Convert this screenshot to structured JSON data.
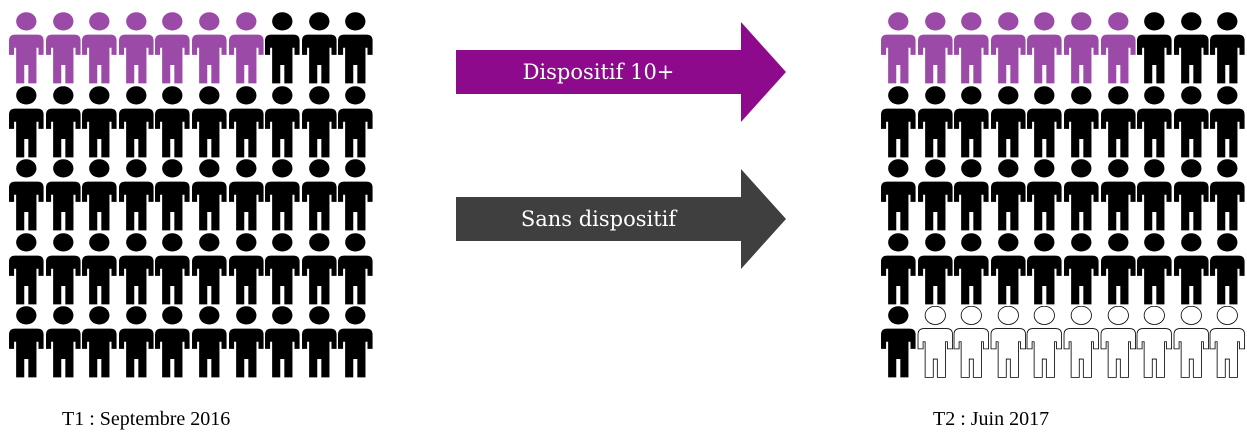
{
  "grids": [
    {
      "id": "t1",
      "caption": "T1 : Septembre 2016",
      "rows": [
        [
          "purple",
          "purple",
          "purple",
          "purple",
          "purple",
          "purple",
          "purple",
          "black",
          "black",
          "black"
        ],
        [
          "black",
          "black",
          "black",
          "black",
          "black",
          "black",
          "black",
          "black",
          "black",
          "black"
        ],
        [
          "black",
          "black",
          "black",
          "black",
          "black",
          "black",
          "black",
          "black",
          "black",
          "black"
        ],
        [
          "black",
          "black",
          "black",
          "black",
          "black",
          "black",
          "black",
          "black",
          "black",
          "black"
        ],
        [
          "black",
          "black",
          "black",
          "black",
          "black",
          "black",
          "black",
          "black",
          "black",
          "black"
        ]
      ]
    },
    {
      "id": "t2",
      "caption": "T2 : Juin 2017",
      "rows": [
        [
          "purple",
          "purple",
          "purple",
          "purple",
          "purple",
          "purple",
          "purple",
          "black",
          "black",
          "black"
        ],
        [
          "black",
          "black",
          "black",
          "black",
          "black",
          "black",
          "black",
          "black",
          "black",
          "black"
        ],
        [
          "black",
          "black",
          "black",
          "black",
          "black",
          "black",
          "black",
          "black",
          "black",
          "black"
        ],
        [
          "black",
          "black",
          "black",
          "black",
          "black",
          "black",
          "black",
          "black",
          "black",
          "black"
        ],
        [
          "black",
          "white",
          "white",
          "white",
          "white",
          "white",
          "white",
          "white",
          "white",
          "white"
        ]
      ]
    }
  ],
  "arrows": {
    "top": {
      "label": "Dispositif 10+",
      "color": "#8e0a8c"
    },
    "bottom": {
      "label": "Sans dispositif",
      "color": "#3f3f3f"
    }
  },
  "colors": {
    "purple": "#9c4aa8",
    "black": "#000000",
    "white": "#ffffff",
    "outline": "#000000"
  }
}
